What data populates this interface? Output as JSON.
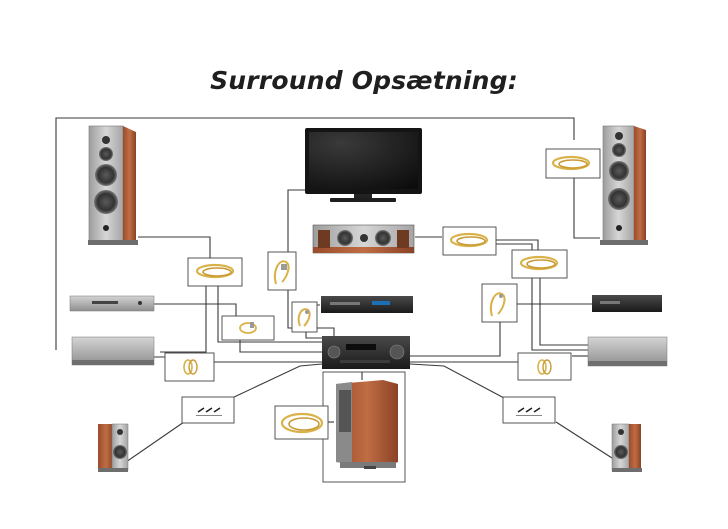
{
  "title": "Surround Opsætning:",
  "colors": {
    "wood": "#b5603a",
    "wood_dark": "#8a4226",
    "speaker_grey": "#bdbdbd",
    "device_silver": "#b8b8b8",
    "device_dark": "#2a2a2a",
    "wire": "#3a3a3a",
    "cable_gold": "#d9b24a"
  },
  "devices": [
    "tower-speaker-left",
    "tower-speaker-right",
    "tv",
    "center-speaker",
    "source-player-left",
    "amplifier-left",
    "dvd-player",
    "av-receiver",
    "source-player-right",
    "amplifier-right",
    "subwoofer",
    "surround-speaker-left",
    "surround-speaker-right"
  ],
  "cables": [
    {
      "kind": "speaker-cable",
      "icon": "speaker-cable-icon"
    },
    {
      "kind": "rca-cable",
      "icon": "rca-cable-icon"
    },
    {
      "kind": "hdmi-cable",
      "icon": "hdmi-cable-icon"
    },
    {
      "kind": "subwoofer-cable",
      "icon": "subwoofer-cable-icon"
    }
  ]
}
